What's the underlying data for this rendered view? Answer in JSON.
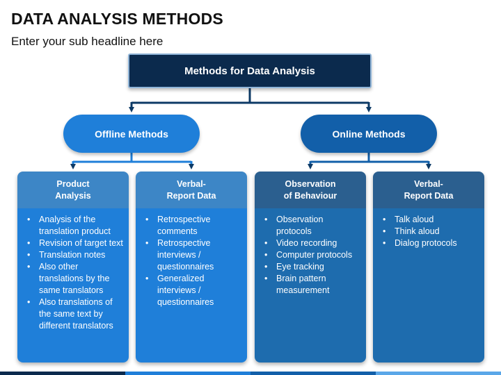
{
  "title": "DATA ANALYSIS METHODS",
  "subtitle": "Enter your sub headline here",
  "root": "Methods for Data Analysis",
  "branches": [
    {
      "label": "Offline Methods"
    },
    {
      "label": "Online Methods"
    }
  ],
  "cards": [
    {
      "heading": "Product\nAnalysis",
      "items": [
        "Analysis of the translation product",
        "Revision of target text",
        "Translation notes",
        "Also other translations by the same translators",
        "Also translations of the same text by different translators"
      ]
    },
    {
      "heading": "Verbal-\nReport Data",
      "items": [
        "Retrospective comments",
        "Retrospective interviews / questionnaires",
        "Generalized interviews / questionnaires"
      ]
    },
    {
      "heading": "Observation\nof Behaviour",
      "items": [
        "Observation protocols",
        "Video recording",
        "Computer protocols",
        "Eye tracking",
        "Brain pattern measurement"
      ]
    },
    {
      "heading": "Verbal-\nReport Data",
      "items": [
        "Talk aloud",
        "Think aloud",
        "Dialog protocols"
      ]
    }
  ],
  "colors": {
    "root": "#0b2a4d",
    "offline": "#1f7fd9",
    "online": "#125fa9",
    "connector": "#0d3a66"
  }
}
